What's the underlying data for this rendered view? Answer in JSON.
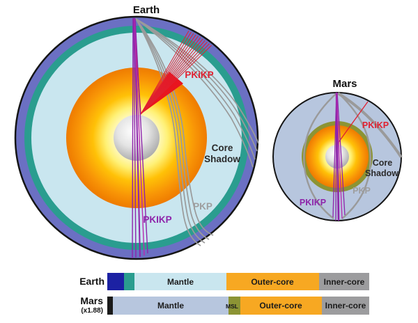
{
  "earth": {
    "title": "Earth",
    "labels": {
      "pkikp_reflected": "PKiKP",
      "core_shadow_1": "Core",
      "core_shadow_2": "Shadow",
      "pkp": "PKP",
      "pkikp_through": "PKIKP"
    }
  },
  "mars": {
    "title": "Mars",
    "labels": {
      "pkikp_reflected": "PKiKP",
      "core_shadow_1": "Core",
      "core_shadow_2": "Shadow",
      "pkp": "PKP",
      "pkikp_through": "PKIKP"
    }
  },
  "legend": {
    "earth_label": "Earth",
    "mars_label": "Mars",
    "mars_scale": "(x1.88)",
    "segments": {
      "mantle": "Mantle",
      "outer_core": "Outer-core",
      "inner_core": "Inner-core",
      "msl": "MSL"
    }
  },
  "colors": {
    "earth_crust_outer": "#6B70C3",
    "earth_crust_teal": "#2A9D8F",
    "earth_mantle": "#C9E6EF",
    "mars_mantle": "#B7C6DE",
    "mars_msl_olive": "#8C9434",
    "outer_core_orange": "#F7A822",
    "inner_core_gray": "#9C9C9E",
    "earth_bar_navy": "#1C21A3",
    "mars_crust_black": "#1A1A1A",
    "ray_red": "#E02030",
    "ray_purple": "#8E24AA",
    "ray_magenta": "#B82AB0",
    "ray_gray": "#9A9A9A",
    "label_gray": "#9E9E9E"
  }
}
